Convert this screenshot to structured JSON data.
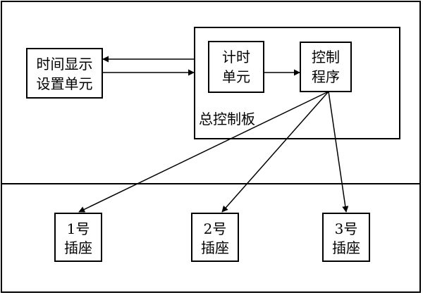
{
  "diagram": {
    "time_unit": {
      "line1": "时间显示",
      "line2": "设置单元"
    },
    "timer_unit": {
      "line1": "计时",
      "line2": "单元"
    },
    "control_program": {
      "line1": "控制",
      "line2": "程序"
    },
    "main_board_label": "总控制板",
    "socket_1": {
      "line1": "1号",
      "line2": "插座"
    },
    "socket_2": {
      "line1": "2号",
      "line2": "插座"
    },
    "socket_3": {
      "line1": "3号",
      "line2": "插座"
    }
  }
}
